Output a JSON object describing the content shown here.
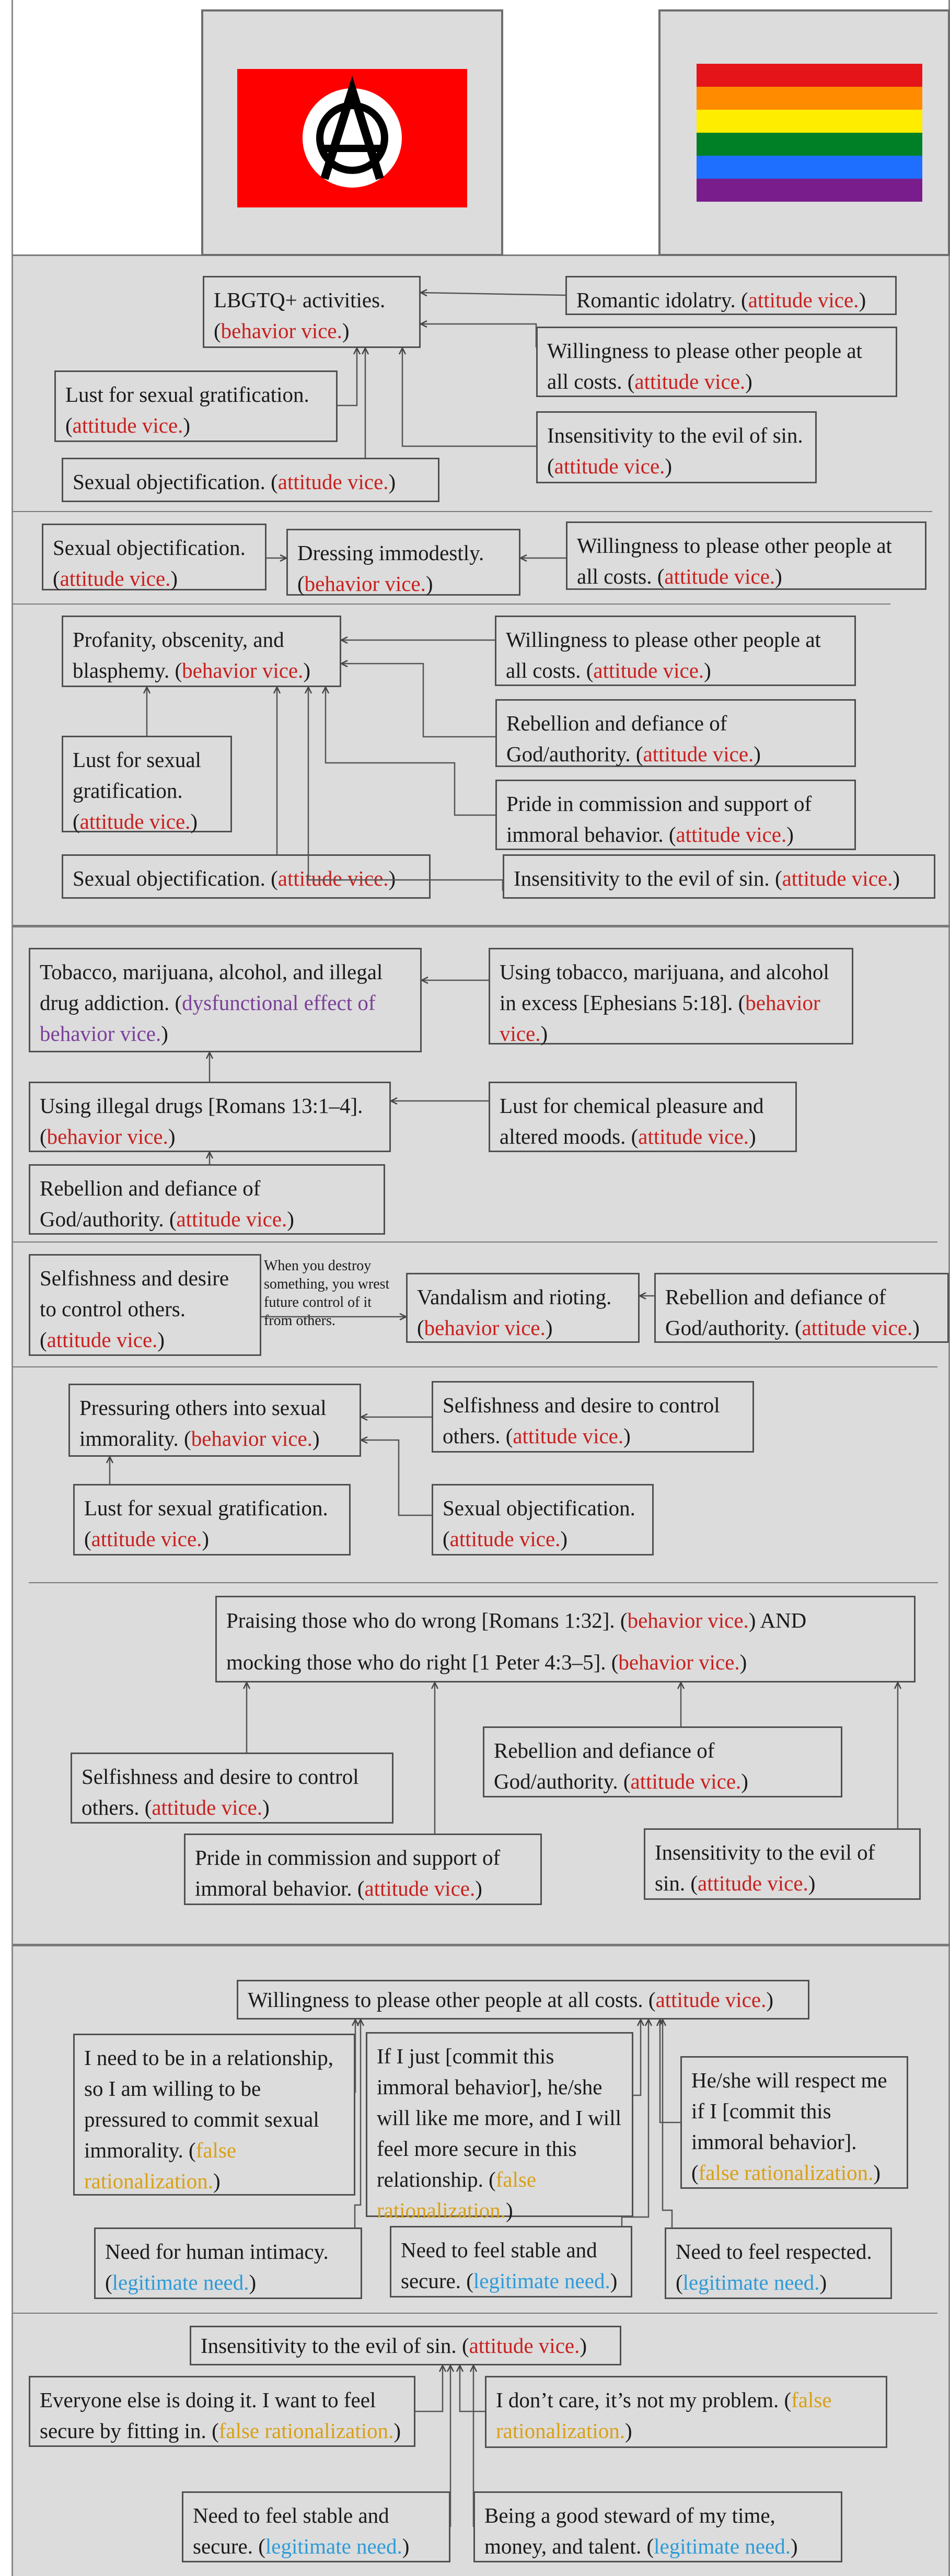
{
  "flags": {
    "anarchy": {
      "icon": "anarchy-flag",
      "colors": {
        "field": "#ff0000",
        "disc": "#ffffff",
        "symbol": "#000000"
      }
    },
    "rainbow": {
      "icon": "rainbow-flag",
      "stripes": [
        "#e41418",
        "#ff8c00",
        "#ffed00",
        "#008026",
        "#1e6fff",
        "#7a1d8c"
      ]
    }
  },
  "labels": {
    "attitude": "attitude vice.",
    "behavior": "behavior vice.",
    "dysfunctional": "dysfunctional effect of behavior vice.",
    "rationalization": "false rationalization.",
    "need": "legitimate need."
  },
  "colors": {
    "attitude": "#c8201e",
    "behavior": "#c8201e",
    "dysfunctional": "#7a3f9a",
    "rationalization": "#d9a018",
    "need": "#2e9bd8"
  },
  "sec1": {
    "lgbtq": "LBGTQ+ activities.",
    "romantic": "Romantic idolatry.",
    "willingness": "Willingness to please other people at all costs.",
    "lust": "Lust for sexual gratification.",
    "insensitivity": "Insensitivity to the evil of sin.",
    "objectification": "Sexual objectification."
  },
  "sec2": {
    "objectification": "Sexual objectification.",
    "dressing": "Dressing immodestly.",
    "willingness": "Willingness to please other people at all costs."
  },
  "sec3": {
    "profanity": "Profanity, obscenity, and blasphemy.",
    "willingness": "Willingness to please other people at all costs.",
    "rebellion": "Rebellion and defiance of God/authority.",
    "lust": "Lust for sexual gratification.",
    "pride": "Pride in commission and support of immoral behavior.",
    "objectification": "Sexual objectification.",
    "insensitivity": "Insensitivity to the evil of sin."
  },
  "sec4": {
    "addiction": "Tobacco, marijuana, alcohol, and illegal drug addiction.",
    "excess": "Using tobacco, marijuana, and alcohol in excess [Ephesians 5:18].",
    "illegal": "Using illegal drugs [Romans 13:1–4].",
    "chemical": "Lust for chemical pleasure and altered moods.",
    "rebellion": "Rebellion and defiance of God/authority."
  },
  "sec5": {
    "selfishness": "Selfishness and desire to control others.",
    "note": "When you destroy something, you wrest future control of it from others.",
    "vandalism": "Vandalism and rioting.",
    "rebellion": "Rebellion and defiance of God/authority."
  },
  "sec6": {
    "pressuring": "Pressuring others into sexual immorality.",
    "selfishness": "Selfishness and desire to control others.",
    "lust": "Lust for sexual gratification.",
    "objectification": "Sexual objectification."
  },
  "sec7": {
    "praising": "Praising those who do wrong [Romans 1:32].",
    "and": "AND",
    "mocking": "mocking those who do right [1 Peter 4:3–5].",
    "rebellion": "Rebellion and defiance of God/authority.",
    "selfishness": "Selfishness and desire to control others.",
    "pride": "Pride in commission and support of immoral behavior.",
    "insensitivity": "Insensitivity to the evil of sin."
  },
  "sec8": {
    "willingness": "Willingness to please other people at all costs.",
    "relationship": "I need to be in a relationship, so I am willing to be pressured to commit sexual immorality.",
    "likeme": "If I just [commit this immoral behavior], he/she will like me more, and I will feel more secure in this relationship.",
    "respect": "He/she will respect me if I [commit this immoral behavior].",
    "intimacy": "Need for human intimacy.",
    "stable": "Need to feel stable and secure.",
    "respected": "Need to feel respected."
  },
  "sec9": {
    "insensitivity": "Insensitivity to the evil of sin.",
    "everyone": "Everyone else is doing it. I want to feel secure by fitting in.",
    "dontcare": "I don’t care, it’s not my problem.",
    "stable": "Need to feel stable and secure.",
    "steward": "Being a good steward of my time, money, and talent."
  }
}
